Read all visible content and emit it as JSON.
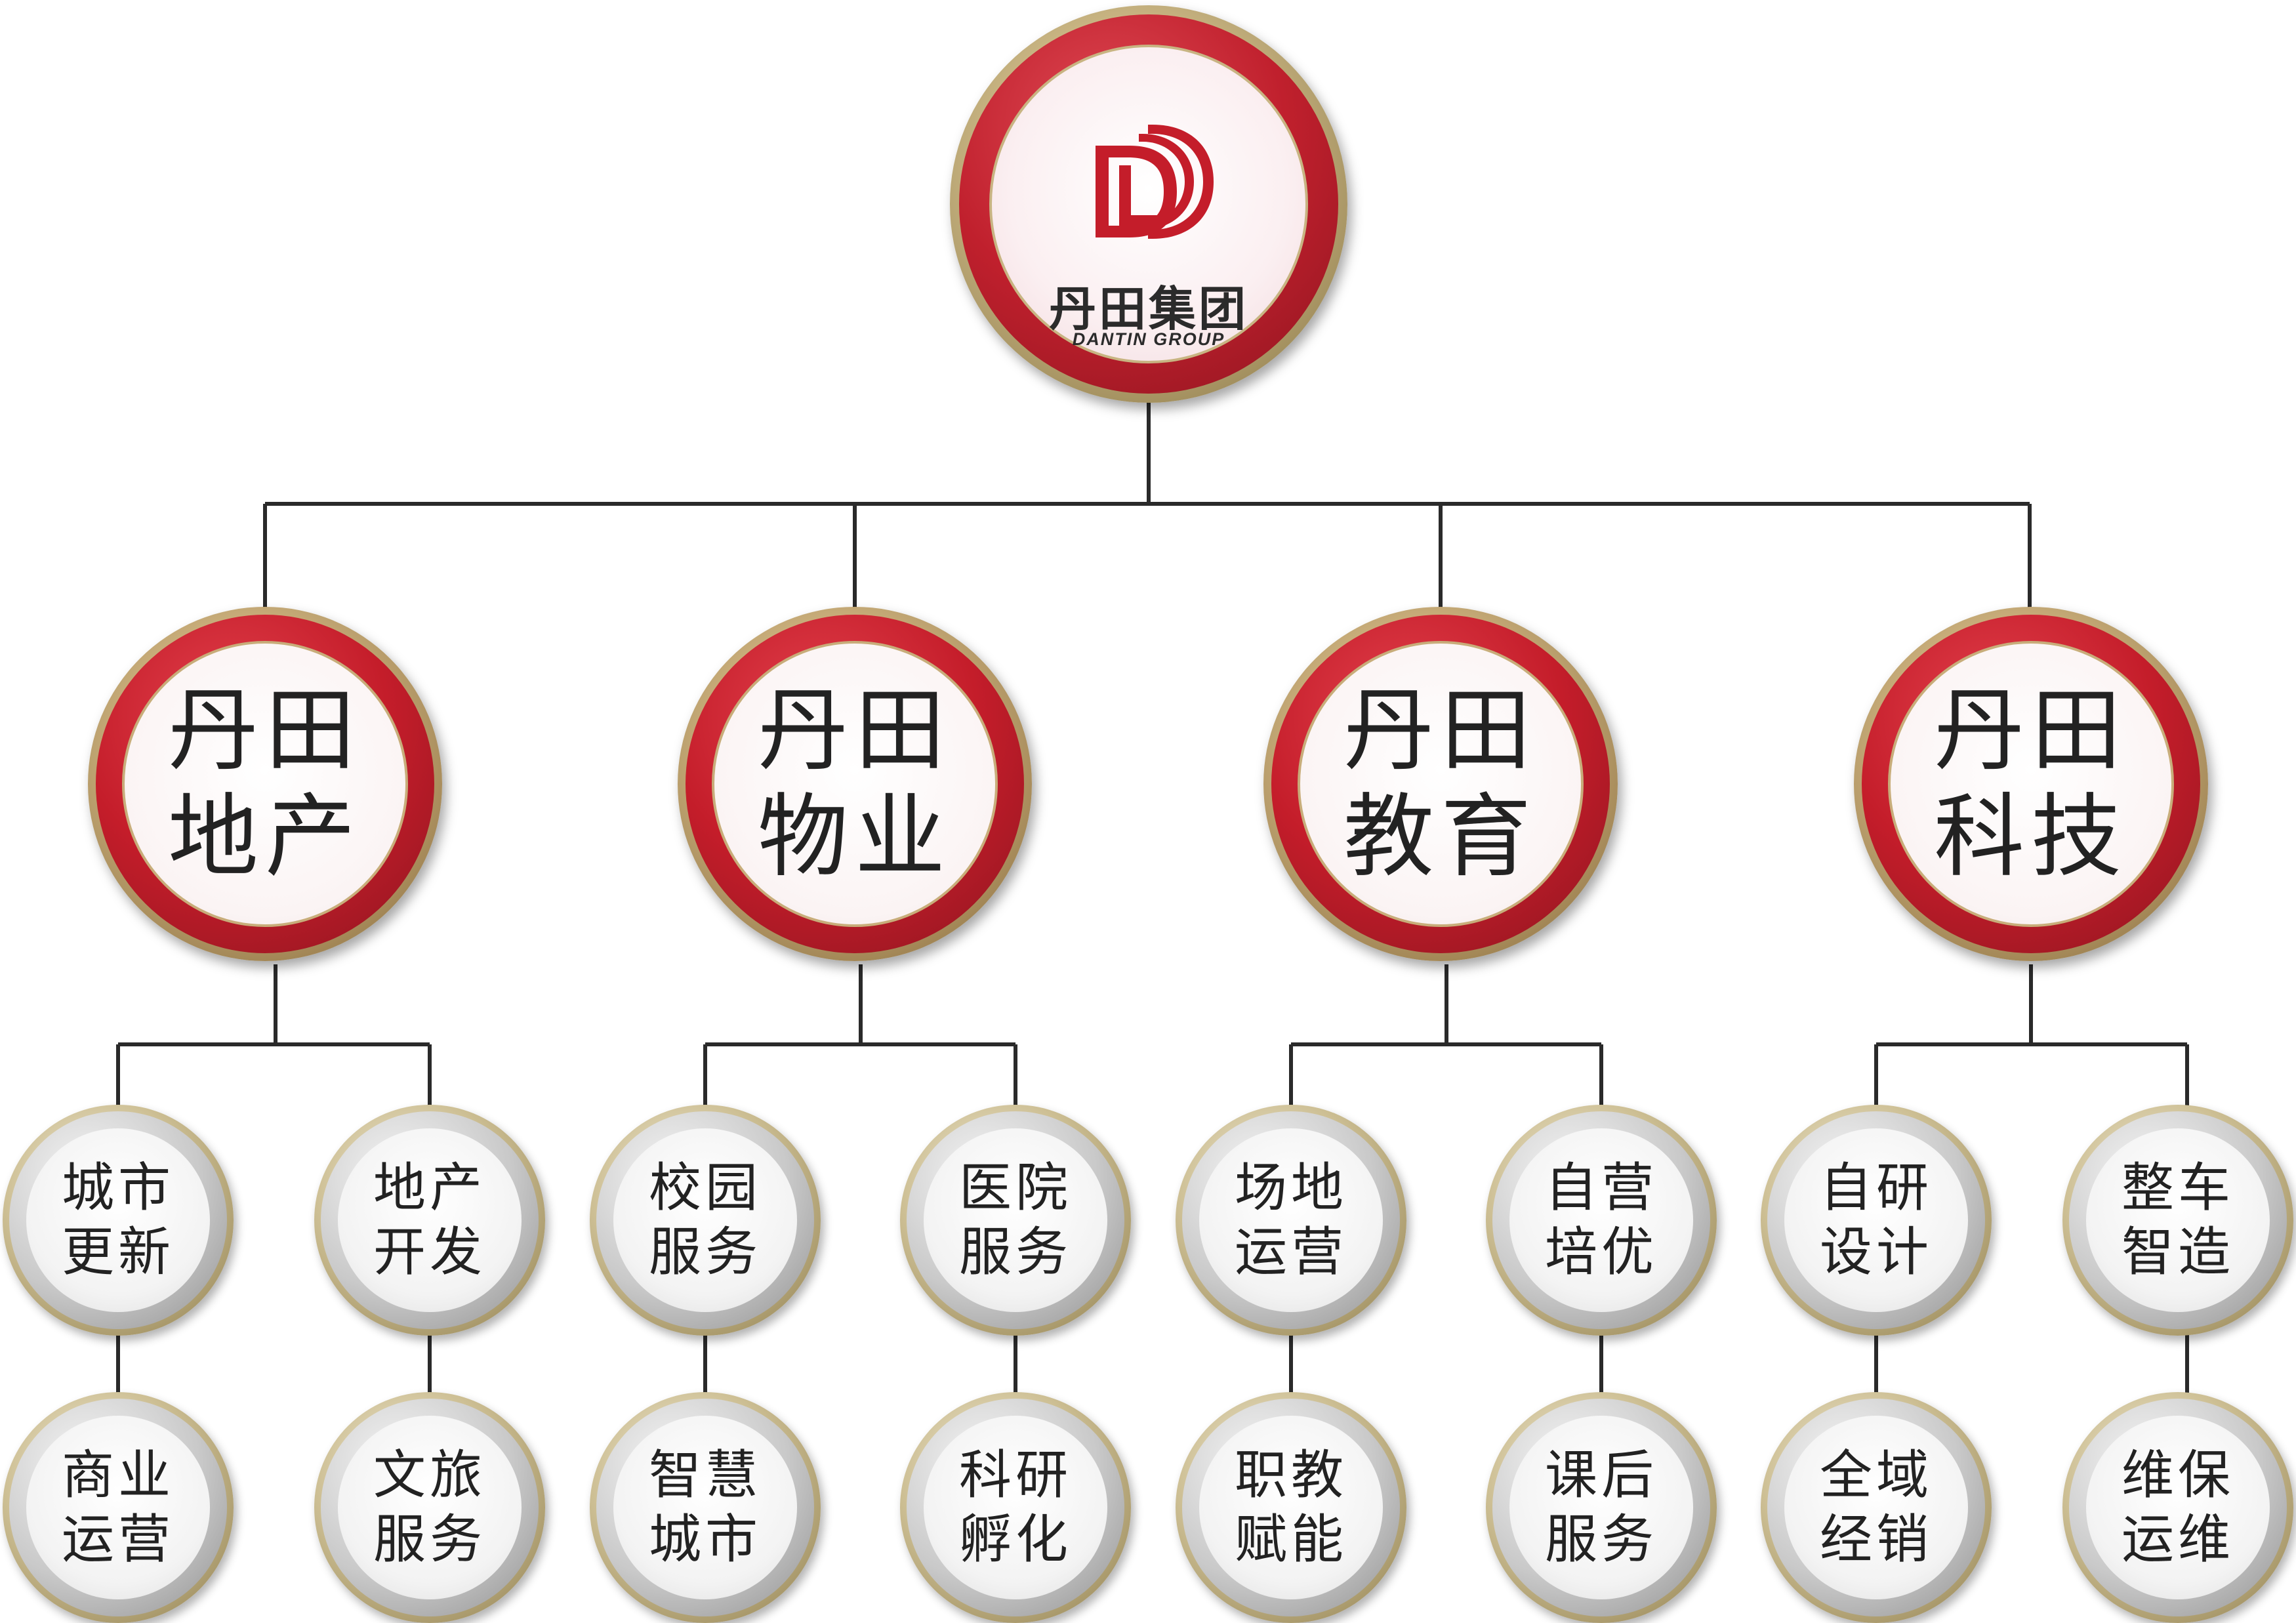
{
  "root": {
    "logo_name_cn": "丹田集团",
    "logo_name_en": "DANTIN GROUP",
    "logo_icon": "dl-monogram-logo-icon"
  },
  "colors": {
    "ring_red": "#c41d2a",
    "ring_gold": "#c8ad7a",
    "ring_silver": "#c9c9c9",
    "line": "#2a2a2a",
    "text": "#222222"
  },
  "divisions": [
    {
      "line1": "丹田",
      "line2": "地产",
      "children": [
        {
          "line1": "城市",
          "line2": "更新"
        },
        {
          "line1": "地产",
          "line2": "开发"
        },
        {
          "line1": "商业",
          "line2": "运营"
        },
        {
          "line1": "文旅",
          "line2": "服务"
        }
      ]
    },
    {
      "line1": "丹田",
      "line2": "物业",
      "children": [
        {
          "line1": "校园",
          "line2": "服务"
        },
        {
          "line1": "医院",
          "line2": "服务"
        },
        {
          "line1": "智慧",
          "line2": "城市"
        },
        {
          "line1": "科研",
          "line2": "孵化"
        }
      ]
    },
    {
      "line1": "丹田",
      "line2": "教育",
      "children": [
        {
          "line1": "场地",
          "line2": "运营"
        },
        {
          "line1": "自营",
          "line2": "培优"
        },
        {
          "line1": "职教",
          "line2": "赋能"
        },
        {
          "line1": "课后",
          "line2": "服务"
        }
      ]
    },
    {
      "line1": "丹田",
      "line2": "科技",
      "children": [
        {
          "line1": "自研",
          "line2": "设计"
        },
        {
          "line1": "整车",
          "line2": "智造"
        },
        {
          "line1": "全域",
          "line2": "经销"
        },
        {
          "line1": "维保",
          "line2": "运维"
        }
      ]
    }
  ]
}
